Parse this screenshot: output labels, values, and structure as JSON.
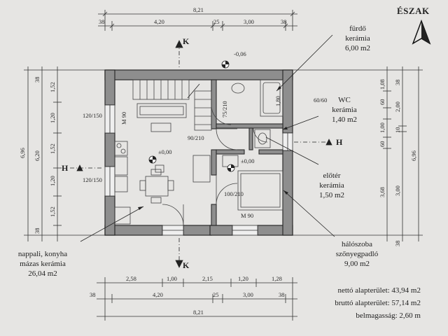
{
  "north_label": "ÉSZAK",
  "rooms": {
    "bathroom": {
      "name": "fürdő",
      "floor": "kerámia",
      "area": "6,00 m2"
    },
    "wc": {
      "name": "WC",
      "floor": "kerámia",
      "area": "1,40 m2"
    },
    "hall": {
      "name": "előtér",
      "floor": "kerámia",
      "area": "1,50 m2"
    },
    "bedroom": {
      "name": "hálószoba",
      "floor": "szőnyegpadló",
      "area": "9,00 m2"
    },
    "living": {
      "name": "nappali, konyha",
      "floor": "mázas kerámia",
      "area": "26,04 m2"
    }
  },
  "summary": {
    "net": "nettó alapterület: 43,94 m2",
    "gross": "bruttó alapterület: 57,14 m2",
    "height": "belmagasság: 2,60 m"
  },
  "section_marks": {
    "k": "K",
    "h": "H"
  },
  "dims": {
    "top_total": "8,21",
    "top_parts": [
      "38",
      "4,20",
      "25",
      "3,00",
      "38"
    ],
    "bottom_openings": [
      "2,58",
      "1,00",
      "2,15",
      "1,20",
      "1,28"
    ],
    "bottom_parts": [
      "38",
      "4,20",
      "25",
      "3,00",
      "38"
    ],
    "bottom_total": "8,21",
    "left_total": "6,96",
    "left_inner": "6,20",
    "left_openings": [
      "38",
      "1,52",
      "1,20",
      "1,52",
      "1,20",
      "1,52",
      "38"
    ],
    "right_total": "6,96",
    "right_parts": [
      "38",
      "2,00",
      "10",
      "3,00",
      "38"
    ],
    "right_openings": [
      "1,08",
      "60",
      "1,00",
      "60",
      "3,68"
    ],
    "levels": [
      "-0,06",
      "±0,00",
      "±0,00"
    ],
    "window_marks": [
      "120/150",
      "90/210",
      "M 90",
      "1,80",
      "75/210",
      "60/60",
      "100/210",
      "120/150",
      "M 90"
    ]
  }
}
